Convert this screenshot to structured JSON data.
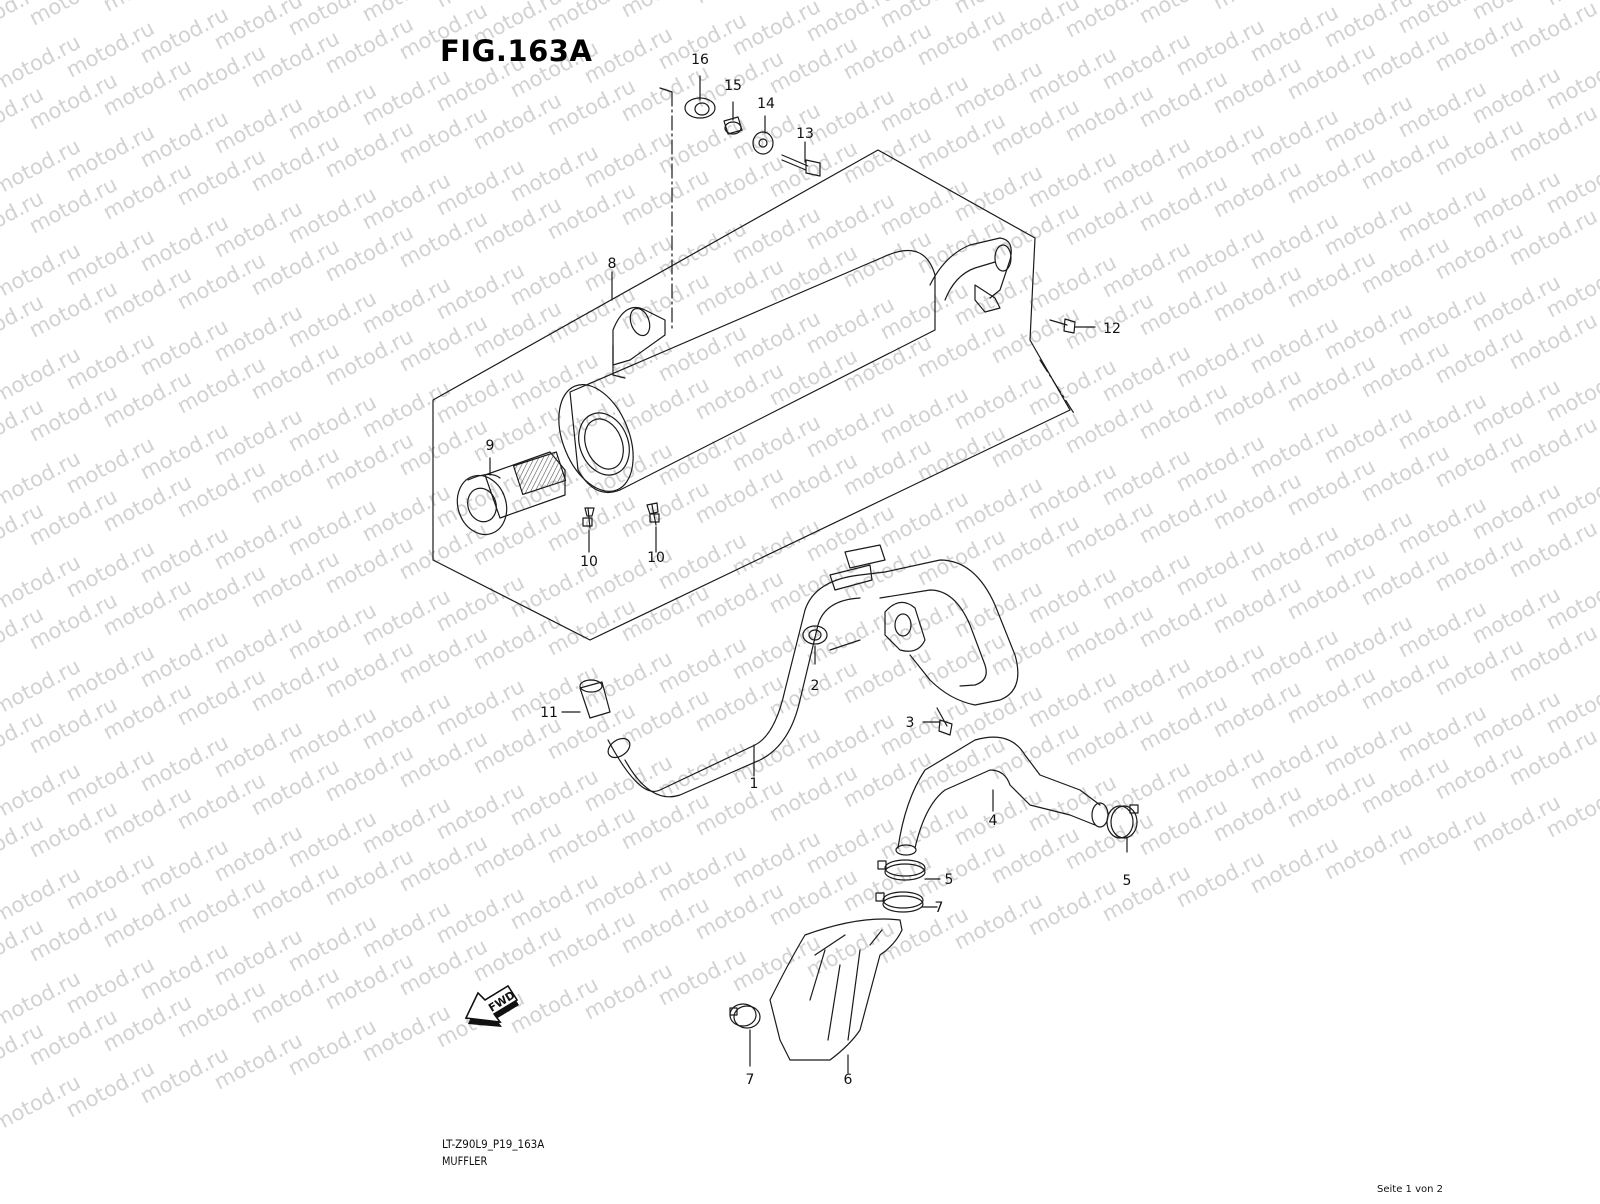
{
  "figure": {
    "title": "FIG.163A",
    "code": "LT-Z90L9_P19_163A",
    "name": "MUFFLER",
    "page_indicator": "Seite 1 von 2"
  },
  "watermark": {
    "text": "motod.ru"
  },
  "direction_arrow": {
    "label": "FWD"
  },
  "callouts": [
    {
      "id": "c1",
      "number": "1",
      "part": "exhaust-pipe"
    },
    {
      "id": "c2",
      "number": "2",
      "part": "pipe-gasket"
    },
    {
      "id": "c3",
      "number": "3",
      "part": "flange-bolt"
    },
    {
      "id": "c4",
      "number": "4",
      "part": "connector-pipe"
    },
    {
      "id": "c5a",
      "number": "5",
      "part": "clamp"
    },
    {
      "id": "c5b",
      "number": "5",
      "part": "clamp"
    },
    {
      "id": "c6",
      "number": "6",
      "part": "heat-protector"
    },
    {
      "id": "c7a",
      "number": "7",
      "part": "hose-clamp"
    },
    {
      "id": "c7b",
      "number": "7",
      "part": "hose-clamp"
    },
    {
      "id": "c8",
      "number": "8",
      "part": "muffler"
    },
    {
      "id": "c9",
      "number": "9",
      "part": "spark-arrester"
    },
    {
      "id": "c10a",
      "number": "10",
      "part": "screw"
    },
    {
      "id": "c10b",
      "number": "10",
      "part": "screw"
    },
    {
      "id": "c11",
      "number": "11",
      "part": "pipe-seal"
    },
    {
      "id": "c12",
      "number": "12",
      "part": "mount-bolt"
    },
    {
      "id": "c13",
      "number": "13",
      "part": "bolt"
    },
    {
      "id": "c14",
      "number": "14",
      "part": "washer"
    },
    {
      "id": "c15",
      "number": "15",
      "part": "spacer"
    },
    {
      "id": "c16",
      "number": "16",
      "part": "cushion"
    }
  ],
  "colors": {
    "line": "#1a1a1a",
    "watermark": "#d2d2d2",
    "hatch": "#555555"
  }
}
